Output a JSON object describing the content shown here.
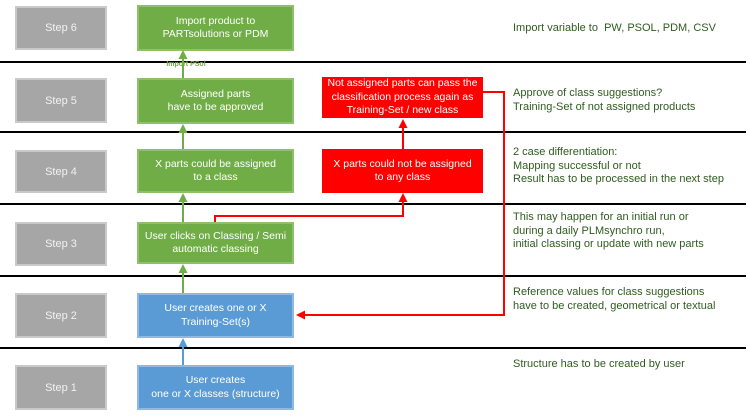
{
  "colors": {
    "green": "#70AD47",
    "blue": "#5B9BD5",
    "red": "#FF0000",
    "gray": "#A6A6A6",
    "note_green": "#2F5B1F"
  },
  "arrow_label": "Import PSol",
  "steps": [
    {
      "label": "Step 6",
      "box": "Import product to\nPARTsolutions or PDM",
      "note": "Import variable to  PW, PSOL, PDM, CSV"
    },
    {
      "label": "Step 5",
      "box": "Assigned parts\nhave to be approved",
      "alt_box": "Not assigned parts can pass the\nclassification process again as\nTraining-Set / new class",
      "note": "Approve of class suggestions?\nTraining-Set of not assigned products"
    },
    {
      "label": "Step 4",
      "box": "X parts could be assigned\nto a class",
      "alt_box": "X parts could not be assigned\nto any class",
      "note": "2 case differentiation:\nMapping successful or not\nResult has to be processed in the next step"
    },
    {
      "label": "Step 3",
      "box": "User clicks on Classing / Semi\nautomatic classing",
      "note": "This may happen for an initial run or\nduring a daily PLMsynchro run,\ninitial classing or update with new parts"
    },
    {
      "label": "Step 2",
      "box": "User creates one or X\nTraining-Set(s)",
      "note": "Reference values for class suggestions\nhave to be created, geometrical or textual"
    },
    {
      "label": "Step 1",
      "box": "User creates\none or X classes (structure)",
      "note": "Structure has to be created by user"
    }
  ]
}
